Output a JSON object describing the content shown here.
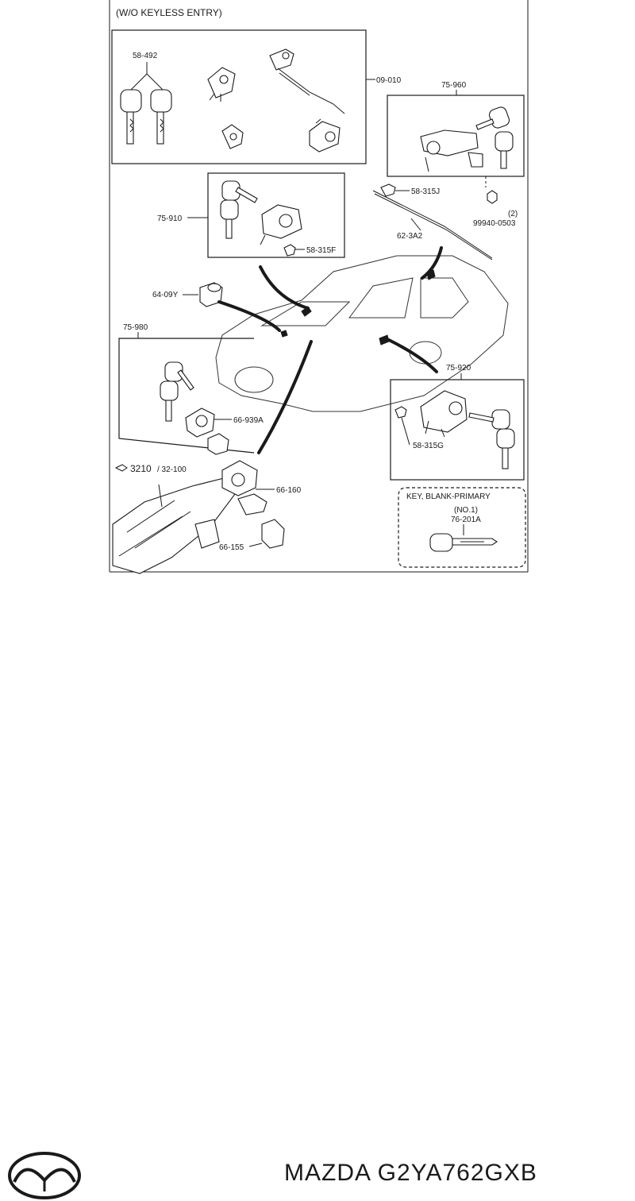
{
  "header": {
    "title": "(W/O KEYLESS ENTRY)"
  },
  "labels": {
    "p58_492": "58-492",
    "p09_010": "09-010",
    "p75_960": "75-960",
    "p58_315J": "58-315J",
    "p99940": "99940-0503",
    "p99940_qty": "(2)",
    "p62_3A2": "62-3A2",
    "p75_910": "75-910",
    "p58_315F": "58-315F",
    "p64_09Y": "64-09Y",
    "p75_980": "75-980",
    "p66_939A": "66-939A",
    "p3210": "3210",
    "p32_100": "/ 32-100",
    "p66_160": "66-160",
    "p66_155": "66-155",
    "p75_920": "75-920",
    "p58_315G": "58-315G"
  },
  "keybox": {
    "title": "KEY, BLANK-PRIMARY",
    "no": "(NO.1)",
    "part": "76-201A"
  },
  "brand": {
    "name": "MAZDA G2YA762GXB",
    "logo_icon": "mazda-logo-icon"
  }
}
